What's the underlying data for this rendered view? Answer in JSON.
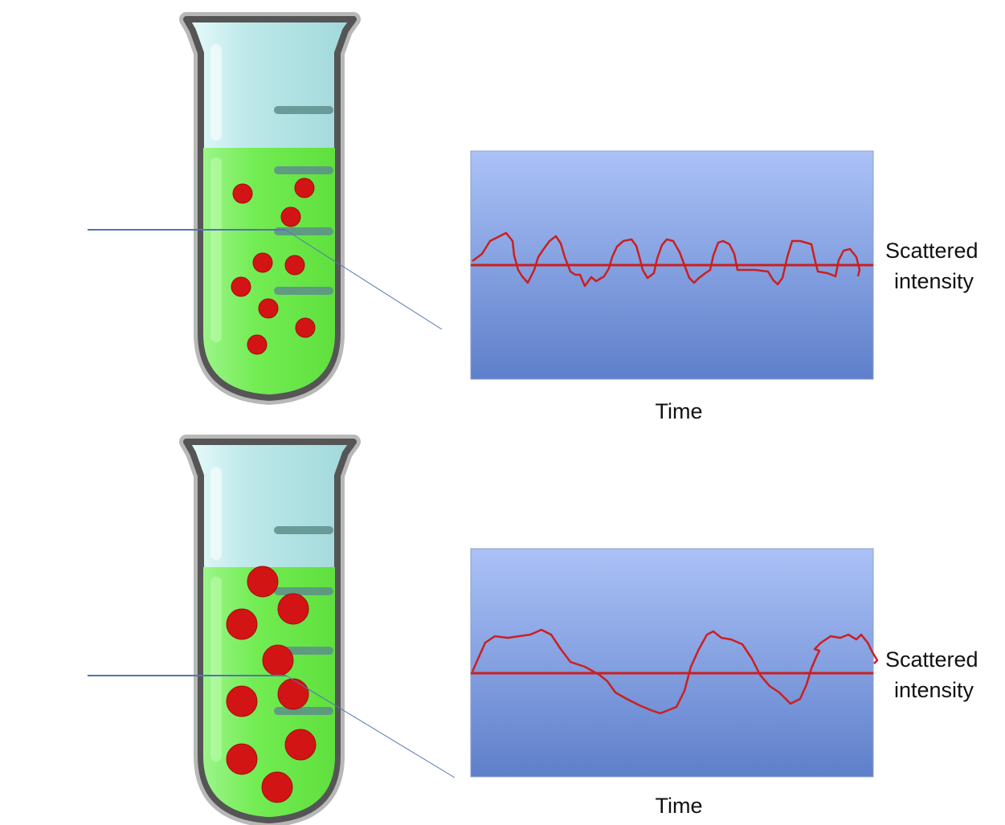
{
  "panels": [
    {
      "id": "small-particles",
      "y_label_line1": "Scattered",
      "y_label_line2": "intensity",
      "x_label": "Time"
    },
    {
      "id": "large-particles",
      "y_label_line1": "Scattered",
      "y_label_line2": "intensity",
      "x_label": "Time"
    }
  ],
  "colors": {
    "particle": "#d31414",
    "liquid": "#6ee85a",
    "glass": "#c9ecee",
    "tube_outline": "#5b5b5b",
    "plot_bg_top": "#a9c1f6",
    "plot_bg_bottom": "#5f80cb",
    "trace": "#cc1f1f",
    "laser": "#4a6bb0"
  }
}
